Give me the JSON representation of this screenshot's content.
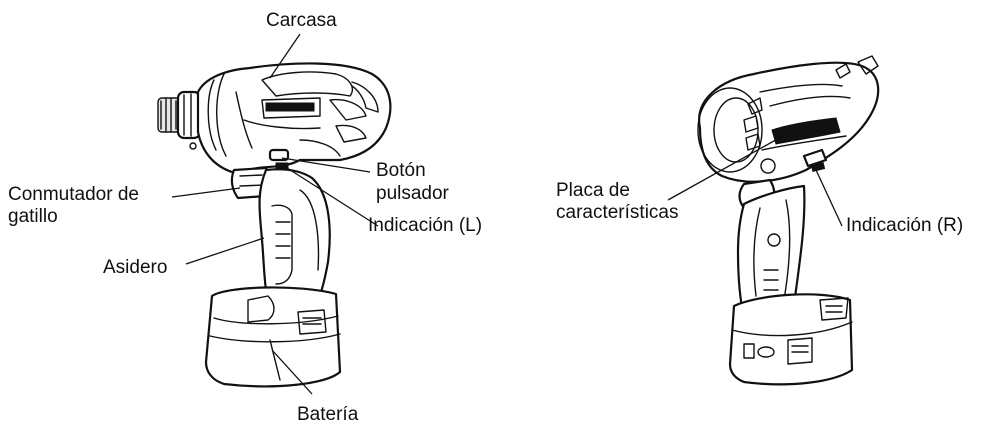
{
  "labels": {
    "housing": "Carcasa",
    "button_line1": "Botón",
    "button_line2": "pulsador",
    "trigger_line1": "Conmutador de",
    "trigger_line2": "gatillo",
    "indicator_left": "Indicación (L)",
    "grip": "Asidero",
    "battery": "Batería",
    "nameplate_line1": "Placa de",
    "nameplate_line2": "características",
    "indicator_right": "Indicación (R)"
  },
  "colors": {
    "line": "#111111",
    "background": "#ffffff"
  }
}
